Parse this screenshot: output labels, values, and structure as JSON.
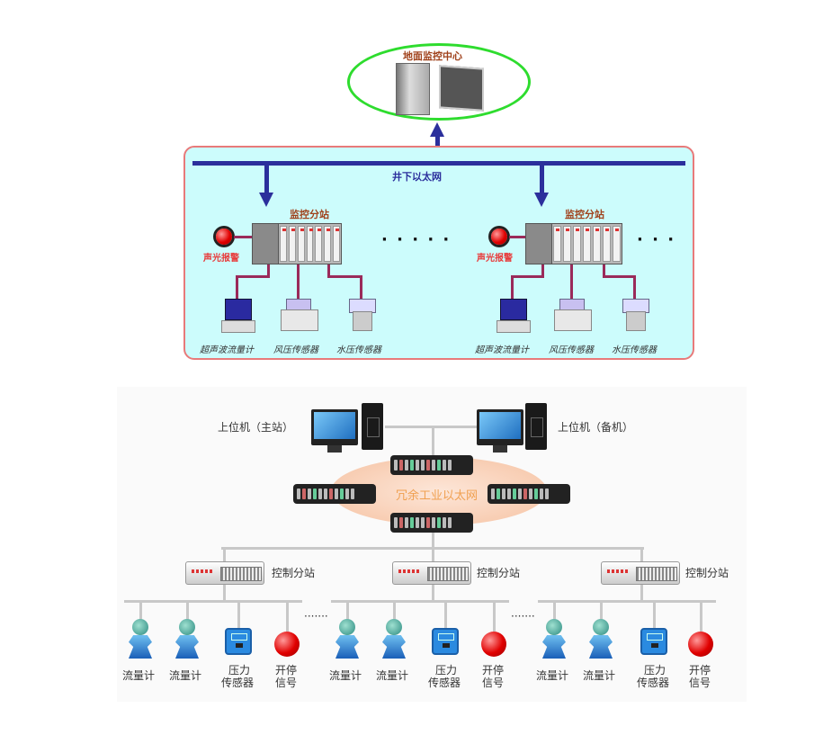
{
  "top_diagram": {
    "control_center": {
      "label": "地面监控中心",
      "icon": "desktop-computer-icon"
    },
    "network": {
      "label": "井下以太网",
      "color": "#2b2f9c"
    },
    "panel_colors": {
      "background": "#ccfcfc",
      "border": "#e87a7a",
      "ellipse": "#2edc2e"
    },
    "substations": [
      {
        "label": "监控分站",
        "alarm_label": "声光报警",
        "devices": [
          {
            "label": "超声波流量计",
            "icon": "ultrasonic-flowmeter-icon"
          },
          {
            "label": "风压传感器",
            "icon": "wind-pressure-sensor-icon"
          },
          {
            "label": "水压传感器",
            "icon": "water-pressure-sensor-icon"
          }
        ]
      },
      {
        "label": "监控分站",
        "alarm_label": "声光报警",
        "devices": [
          {
            "label": "超声波流量计",
            "icon": "ultrasonic-flowmeter-icon"
          },
          {
            "label": "风压传感器",
            "icon": "wind-pressure-sensor-icon"
          },
          {
            "label": "水压传感器",
            "icon": "water-pressure-sensor-icon"
          }
        ]
      }
    ],
    "ellipsis_middle": "· · · · ·",
    "ellipsis_right": "· · ·"
  },
  "bottom_diagram": {
    "host_primary": "上位机（主站）",
    "host_backup": "上位机（备机）",
    "ring_network": {
      "label": "冗余工业以太网",
      "color": "#f0a050"
    },
    "stations": [
      {
        "label": "控制分站",
        "devices": [
          "流量计",
          "流量计",
          "压力\n传感器",
          "开停\n信号"
        ]
      },
      {
        "label": "控制分站",
        "devices": [
          "流量计",
          "流量计",
          "压力\n传感器",
          "开停\n信号"
        ]
      },
      {
        "label": "控制分站",
        "devices": [
          "流量计",
          "流量计",
          "压力\n传感器",
          "开停\n信号"
        ]
      }
    ],
    "device_names": {
      "flowmeter": "流量计",
      "pressure_sensor_line1": "压力",
      "pressure_sensor_line2": "传感器",
      "start_stop_line1": "开停",
      "start_stop_line2": "信号"
    },
    "ellipsis": "·······"
  }
}
